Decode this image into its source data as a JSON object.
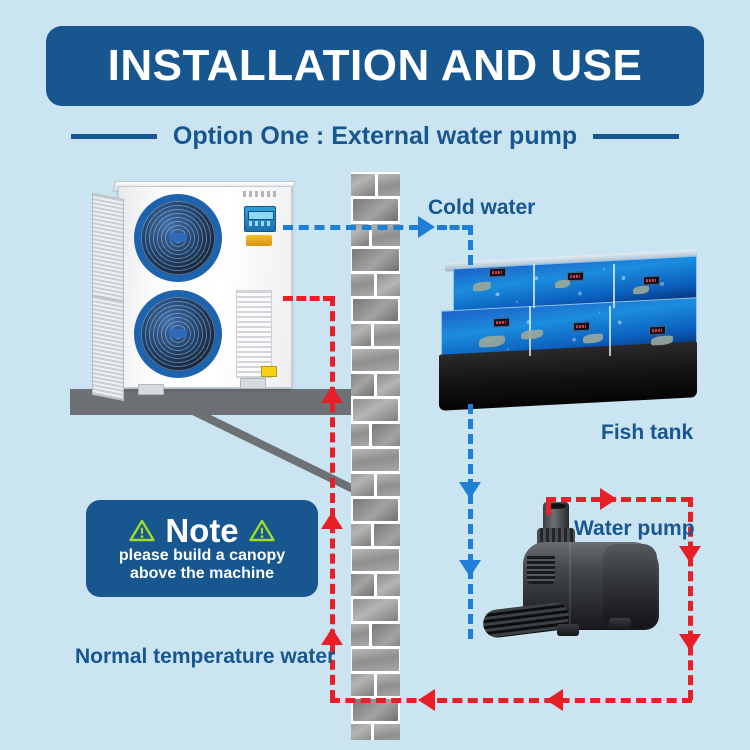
{
  "header": {
    "title": "INSTALLATION AND USE",
    "subtitle": "Option One : External water pump",
    "banner_color": "#17568f",
    "background_color": "#cbe4f2"
  },
  "diagram": {
    "labels": {
      "cold_water": "Cold water",
      "fish_tank": "Fish tank",
      "water_pump": "Water pump",
      "normal_temperature_water": "Normal temperature water"
    },
    "flow": {
      "cold_water_color": "#1f7fd4",
      "return_water_color": "#e81f26"
    },
    "components": {
      "heat_pump": "heat-pump-unit",
      "brick_wall": "brick-wall",
      "fish_tank": "fish-tank-display",
      "water_pump": "submersible-water-pump",
      "platform": "equipment-platform"
    }
  },
  "note": {
    "heading": "Note",
    "warning_icon": "warning-triangle-icon",
    "line1": "please build a canopy",
    "line2": "above the machine",
    "box_color": "#17568f",
    "icon_color": "#9fdc2a"
  }
}
